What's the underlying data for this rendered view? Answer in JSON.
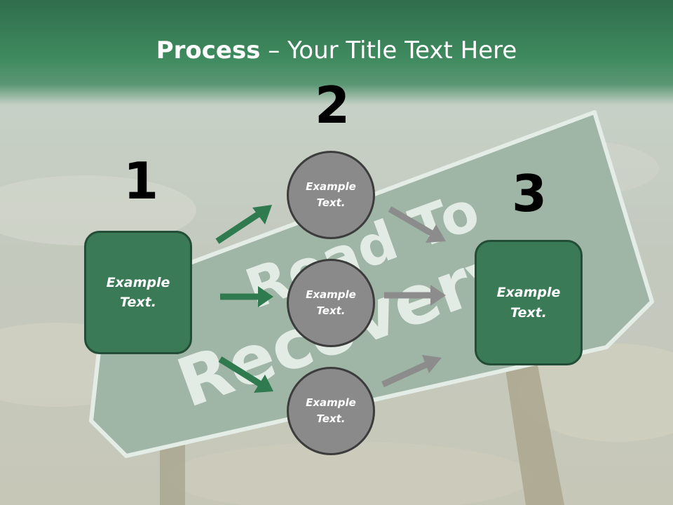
{
  "title": {
    "bold": "Process",
    "rest": " – Your Title Text Here"
  },
  "background": {
    "sign_line1": "Road To",
    "sign_line2": "Recovery"
  },
  "steps": {
    "n1": "1",
    "n2": "2",
    "n3": "3"
  },
  "nodes": {
    "box_left_line1": "Example",
    "box_left_line2": "Text.",
    "circle_top_line1": "Example",
    "circle_top_line2": "Text.",
    "circle_mid_line1": "Example",
    "circle_mid_line2": "Text.",
    "circle_bot_line1": "Example",
    "circle_bot_line2": "Text.",
    "box_right_line1": "Example",
    "box_right_line2": "Text."
  },
  "colors": {
    "green_arrow": "#2f7a4e",
    "gray_arrow": "#8c8c8c",
    "box_fill": "#3a7a56",
    "circle_fill": "#8a8a8a"
  }
}
